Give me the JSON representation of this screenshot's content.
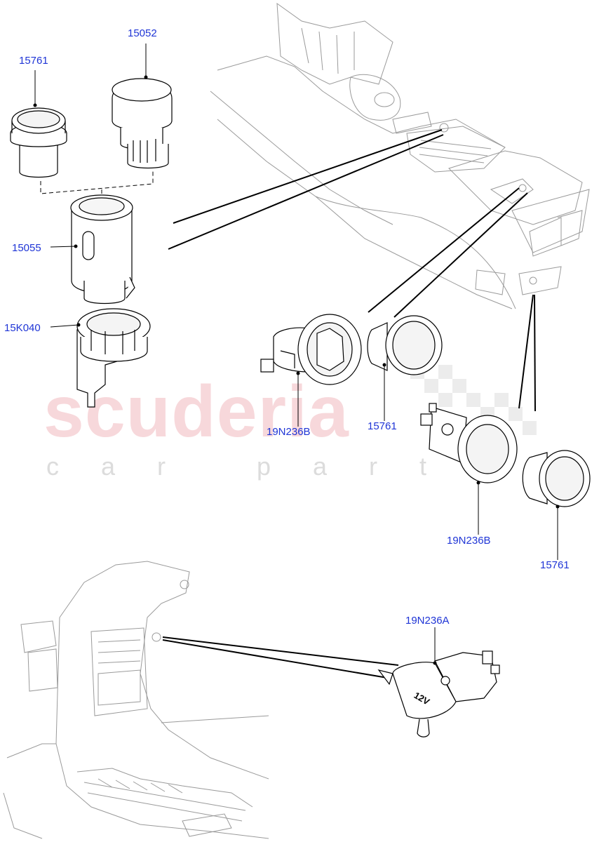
{
  "watermark": {
    "brand": "scuderia",
    "tagline": "car parts"
  },
  "labels": [
    {
      "id": "l1",
      "text": "15761"
    },
    {
      "id": "l2",
      "text": "15052"
    },
    {
      "id": "l3",
      "text": "15055"
    },
    {
      "id": "l4",
      "text": "15K040"
    },
    {
      "id": "l5",
      "text": "19N236B"
    },
    {
      "id": "l6",
      "text": "15761"
    },
    {
      "id": "l7",
      "text": "19N236B"
    },
    {
      "id": "l8",
      "text": "15761"
    },
    {
      "id": "l9",
      "text": "19N236A"
    }
  ],
  "socket_marking": "12V",
  "colors": {
    "label": "#1f35d6",
    "line": "#000000",
    "sketch": "#9a9a9a",
    "watermark_red": "#f2b9be"
  }
}
